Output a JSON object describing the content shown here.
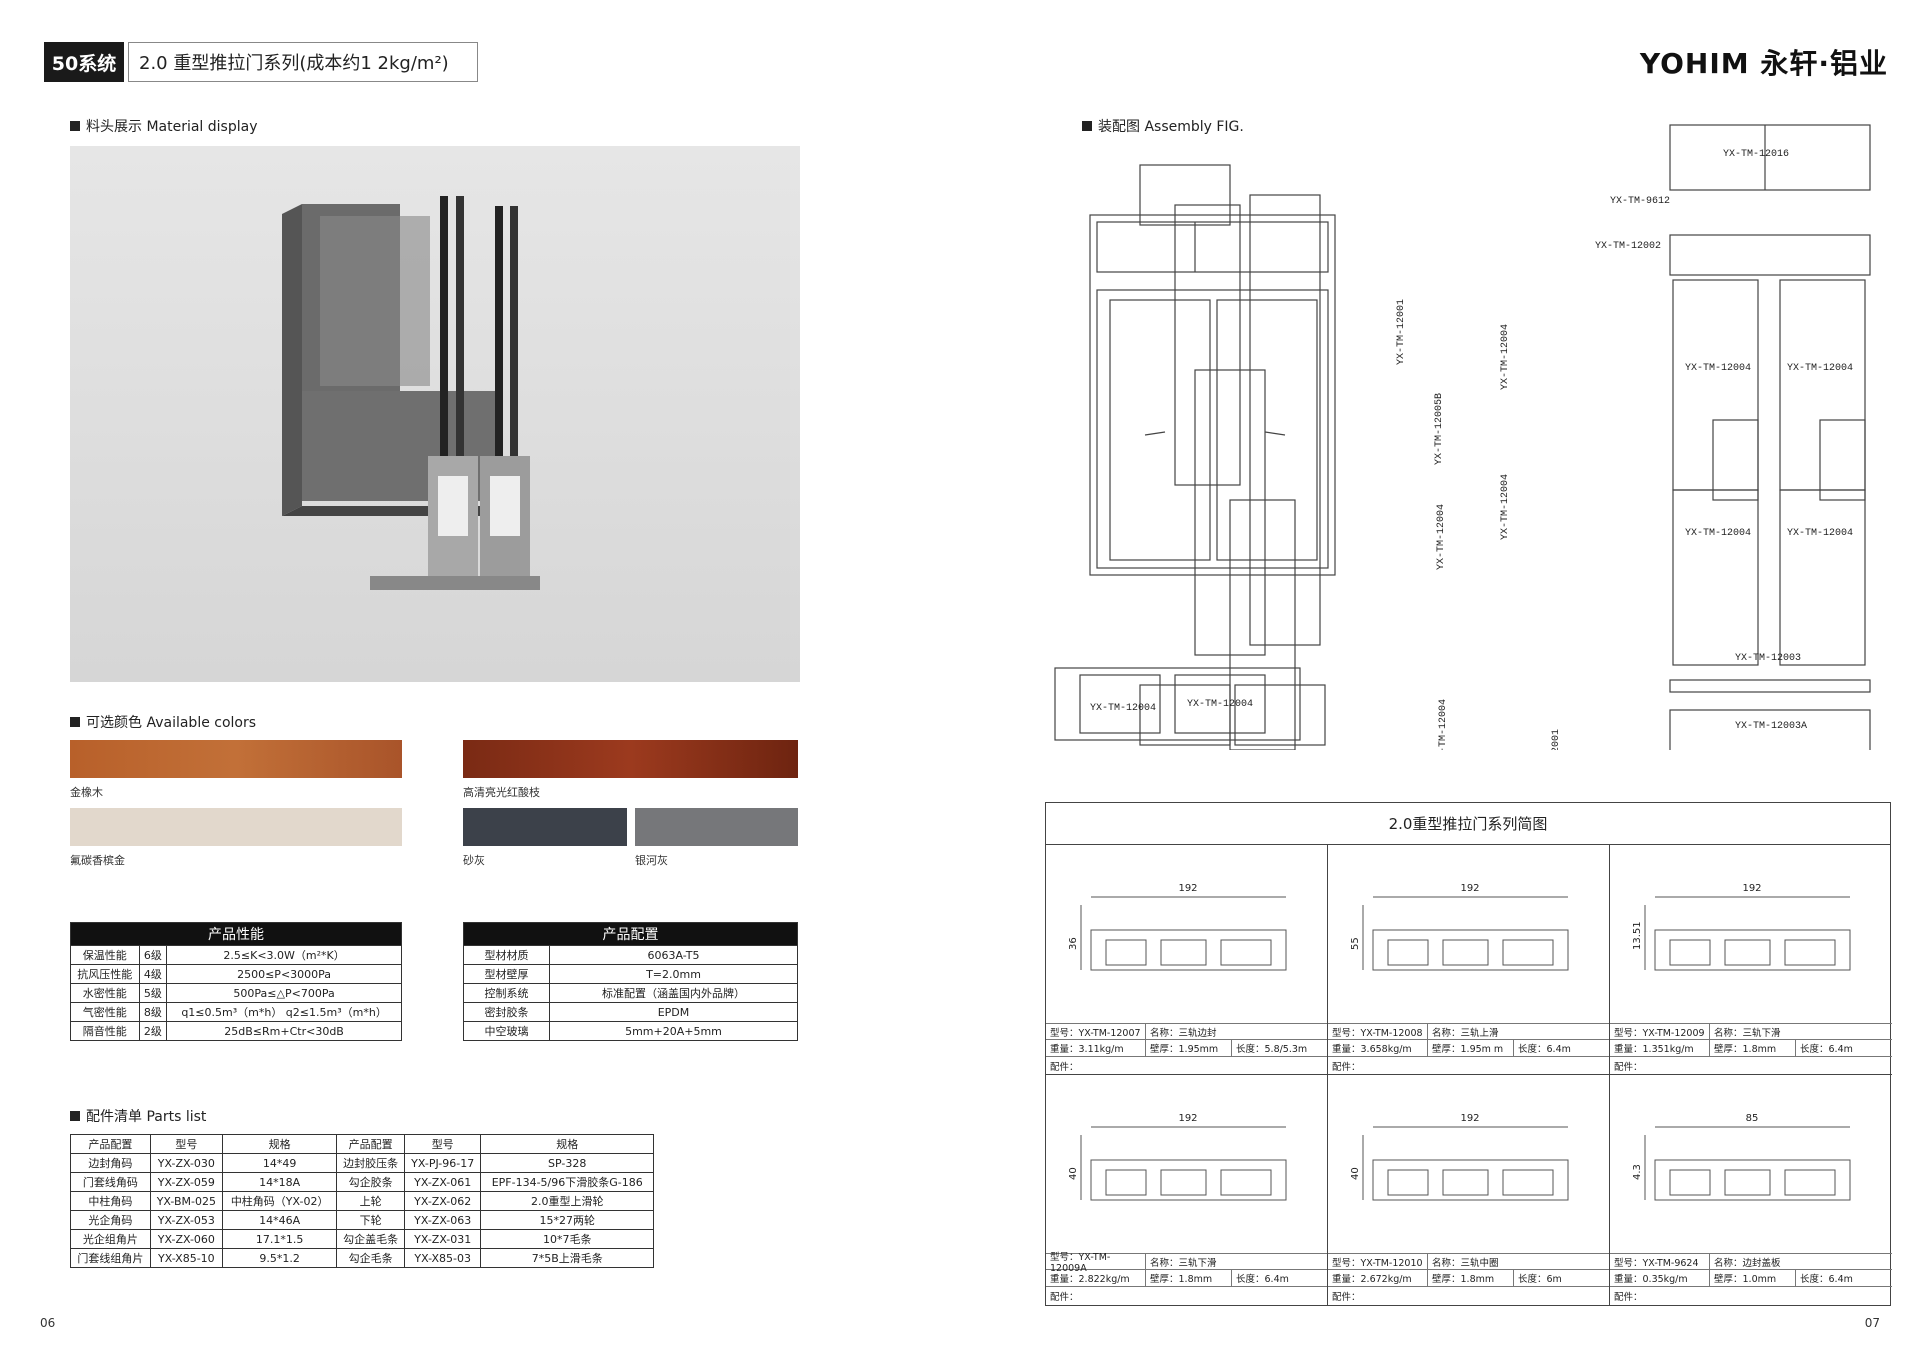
{
  "header": {
    "series_badge": "50系统",
    "title": "2.0 重型推拉门系列(成本约1 2kg/m²)",
    "logo": "YOHIM 永轩·铝业"
  },
  "sections": {
    "material": "料头展示 Material display",
    "colors": "可选颜色 Available colors",
    "parts": "配件清单 Parts list",
    "assembly": "装配图 Assembly FIG."
  },
  "colors": [
    {
      "name": "金橡木",
      "color": "#b05a2a"
    },
    {
      "name": "高清亮光红酸枝",
      "color": "#8a3018"
    },
    {
      "name": "氟碳香槟金",
      "color": "#e2d8cc"
    },
    {
      "name": "砂灰",
      "color": "#3c414a"
    },
    {
      "name": "银河灰",
      "color": "#76777a"
    }
  ],
  "performance": {
    "title": "产品性能",
    "rows": [
      [
        "保温性能",
        "6级",
        "2.5≤K<3.0W（m²*K）"
      ],
      [
        "抗风压性能",
        "4级",
        "2500≤P<3000Pa"
      ],
      [
        "水密性能",
        "5级",
        "500Pa≤△P<700Pa"
      ],
      [
        "气密性能",
        "8级",
        "q1≤0.5m³（m*h）  q2≤1.5m³（m*h）"
      ],
      [
        "隔音性能",
        "2级",
        "25dB≤Rm+Ctr<30dB"
      ]
    ]
  },
  "config": {
    "title": "产品配置",
    "rows": [
      [
        "型材材质",
        "6063A-T5"
      ],
      [
        "型材壁厚",
        "T=2.0mm"
      ],
      [
        "控制系统",
        "标准配置（涵盖国内外品牌）"
      ],
      [
        "密封胶条",
        "EPDM"
      ],
      [
        "中空玻璃",
        "5mm+20A+5mm"
      ]
    ]
  },
  "parts": {
    "headers": [
      "产品配置",
      "型号",
      "规格",
      "产品配置",
      "型号",
      "规格"
    ],
    "rows": [
      [
        "边封角码",
        "YX-ZX-030",
        "14*49",
        "边封胶压条",
        "YX-PJ-96-17",
        "SP-328"
      ],
      [
        "门套线角码",
        "YX-ZX-059",
        "14*18A",
        "勾企胶条",
        "YX-ZX-061",
        "EPF-134-5/96下滑胶条G-186"
      ],
      [
        "中柱角码",
        "YX-BM-025",
        "中柱角码（YX-02）",
        "上轮",
        "YX-ZX-062",
        "2.0重型上滑轮"
      ],
      [
        "光企角码",
        "YX-ZX-053",
        "14*46A",
        "下轮",
        "YX-ZX-063",
        "15*27两轮"
      ],
      [
        "光企组角片",
        "YX-ZX-060",
        "17.1*1.5",
        "勾企盖毛条",
        "YX-ZX-031",
        "10*7毛条"
      ],
      [
        "门套线组角片",
        "YX-X85-10",
        "9.5*1.2",
        "勾企毛条",
        "YX-X85-03",
        "7*5B上滑毛条"
      ]
    ]
  },
  "assembly_labels": {
    "top_right": "YX-TM-12016",
    "l9612": "YX-TM-9612",
    "l12002": "YX-TM-12002",
    "l12001": "YX-TM-12001",
    "l12005b": "YX-TM-12005B",
    "l12004": "YX-TM-12004",
    "l12003": "YX-TM-12003",
    "l12003a": "YX-TM-12003A"
  },
  "diagram": {
    "title": "2.0重型推拉门系列简图",
    "items": [
      {
        "model": "型号：YX-TM-12007",
        "name": "名称：三轨边封",
        "weight": "重量：3.11kg/m",
        "wall": "壁厚：1.95mm",
        "length": "长度：5.8/5.3m",
        "acc": "配件：",
        "w": "192",
        "h": "36"
      },
      {
        "model": "型号：YX-TM-12008",
        "name": "名称：三轨上滑",
        "weight": "重量：3.658kg/m",
        "wall": "壁厚：1.95m m",
        "length": "长度：6.4m",
        "acc": "配件：",
        "w": "192",
        "h": "55"
      },
      {
        "model": "型号：YX-TM-12009",
        "name": "名称：三轨下滑",
        "weight": "重量：1.351kg/m",
        "wall": "壁厚：1.8mm",
        "length": "长度：6.4m",
        "acc": "配件：",
        "w": "192",
        "h": "13.51"
      },
      {
        "model": "型号：YX-TM-12009A",
        "name": "名称：三轨下滑",
        "weight": "重量：2.822kg/m",
        "wall": "壁厚：1.8mm",
        "length": "长度：6.4m",
        "acc": "配件：",
        "w": "192",
        "h": "40"
      },
      {
        "model": "型号：YX-TM-12010",
        "name": "名称：三轨中圈",
        "weight": "重量：2.672kg/m",
        "wall": "壁厚：1.8mm",
        "length": "长度：6m",
        "acc": "配件：",
        "w": "192",
        "h": "40"
      },
      {
        "model": "型号：YX-TM-9624",
        "name": "名称：边封盖板",
        "weight": "重量：0.35kg/m",
        "wall": "壁厚：1.0mm",
        "length": "长度：6.4m",
        "acc": "配件：",
        "w": "85",
        "h": "4.3"
      }
    ]
  },
  "pages": {
    "left": "06",
    "right": "07"
  }
}
